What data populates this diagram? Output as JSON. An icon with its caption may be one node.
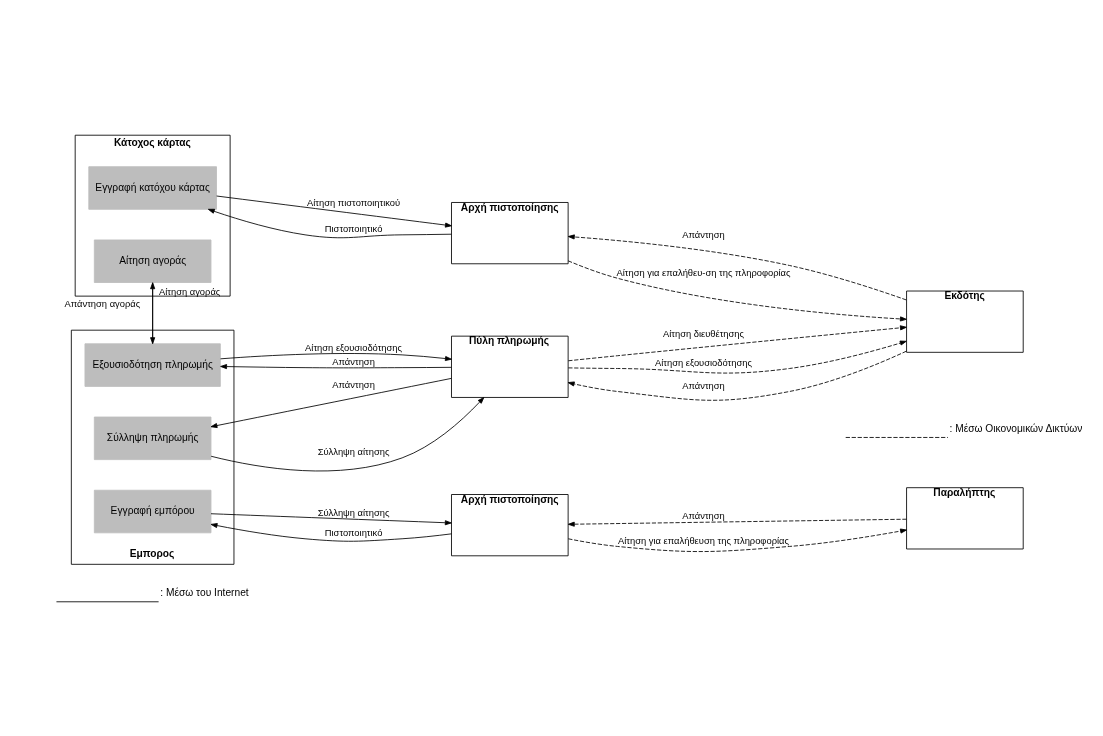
{
  "diagram": {
    "nodes": [
      {
        "text": [
          "Κάτοχος κάρτας"
        ]
      },
      {
        "text": [
          "Εγγραφή κατόχου κάρτας"
        ],
        "in": 0
      },
      {
        "text": [
          "Αίτηση αγοράς"
        ],
        "in": 0
      },
      {
        "text": [
          "Αρχή πιστοποίησης"
        ]
      },
      {
        "text": [
          "Εκδότης"
        ]
      },
      {
        "text": [
          "Εμπορος"
        ]
      },
      {
        "text": [
          "Εξουσιοδότηση πληρωμής"
        ],
        "in": 5
      },
      {
        "text": [
          "Σύλληψη πληρωμής"
        ],
        "in": 5
      },
      {
        "text": [
          "Εγγραφή εμπόρου"
        ],
        "in": 5
      },
      {
        "text": [
          "Πύλη πληρωμής"
        ]
      },
      {
        "text": [
          "Αρχή πιστοποίησης"
        ]
      },
      {
        "text": [
          "Παραλήπτης"
        ]
      }
    ],
    "edges": [
      {
        "from": 1,
        "to": 3,
        "arrow": "to",
        "label": "Αίτηση πιστοποιητικού"
      },
      {
        "from": 3,
        "to": 1,
        "arrow": "to",
        "label": "Πιστοποιητικό"
      },
      {
        "from": 3,
        "to": 4,
        "arrow": "to",
        "label": "Αίτηση για επαλήθευ-ση της πληροφορίας",
        "style": "dashed"
      },
      {
        "from": 4,
        "to": 3,
        "arrow": "to",
        "label": "Απάντηση",
        "style": "dashed"
      },
      {
        "from": 6,
        "to": 2,
        "arrow": "to",
        "label": "Απάντηση αγοράς"
      },
      {
        "from": 2,
        "to": 6,
        "arrow": "to",
        "label": "Αίτηση αγοράς"
      },
      {
        "from": 6,
        "to": 9,
        "arrow": "to",
        "label": "Αίτηση εξουσιοδότησης"
      },
      {
        "from": 9,
        "to": 6,
        "arrow": "to",
        "label": "Απάντηση"
      },
      {
        "from": 9,
        "to": 4,
        "arrow": "to",
        "label": "Αίτηση εξουσιοδότησης",
        "style": "dashed"
      },
      {
        "from": 4,
        "to": 9,
        "arrow": "to",
        "label": "Απάντηση",
        "style": "dashed"
      },
      {
        "from": 7,
        "to": 9,
        "arrow": "to",
        "label": "Σύλληψη αίτησης"
      },
      {
        "from": 9,
        "to": 7,
        "arrow": "to",
        "label": "Απάντηση"
      },
      {
        "from": 9,
        "to": 4,
        "arrow": "to",
        "label": "Αίτηση διευθέτησης",
        "style": "dashed"
      },
      {
        "from": 8,
        "to": 10,
        "arrow": "to",
        "label": "Σύλληψη αίτησης"
      },
      {
        "from": 10,
        "to": 8,
        "arrow": "to",
        "label": "Πιστοποιητικό"
      },
      {
        "from": 10,
        "to": 11,
        "arrow": "to",
        "label": "Αίτηση για επαλήθευση της πληροφορίας",
        "style": "dashed"
      },
      {
        "from": 11,
        "to": 10,
        "arrow": "to",
        "label": "Απάντηση",
        "style": "dashed"
      }
    ],
    "legend": [
      {
        "text": ": Μέσω του Internet"
      },
      {
        "text": ": Μέσω Οικονομικών Δικτύων"
      }
    ]
  }
}
